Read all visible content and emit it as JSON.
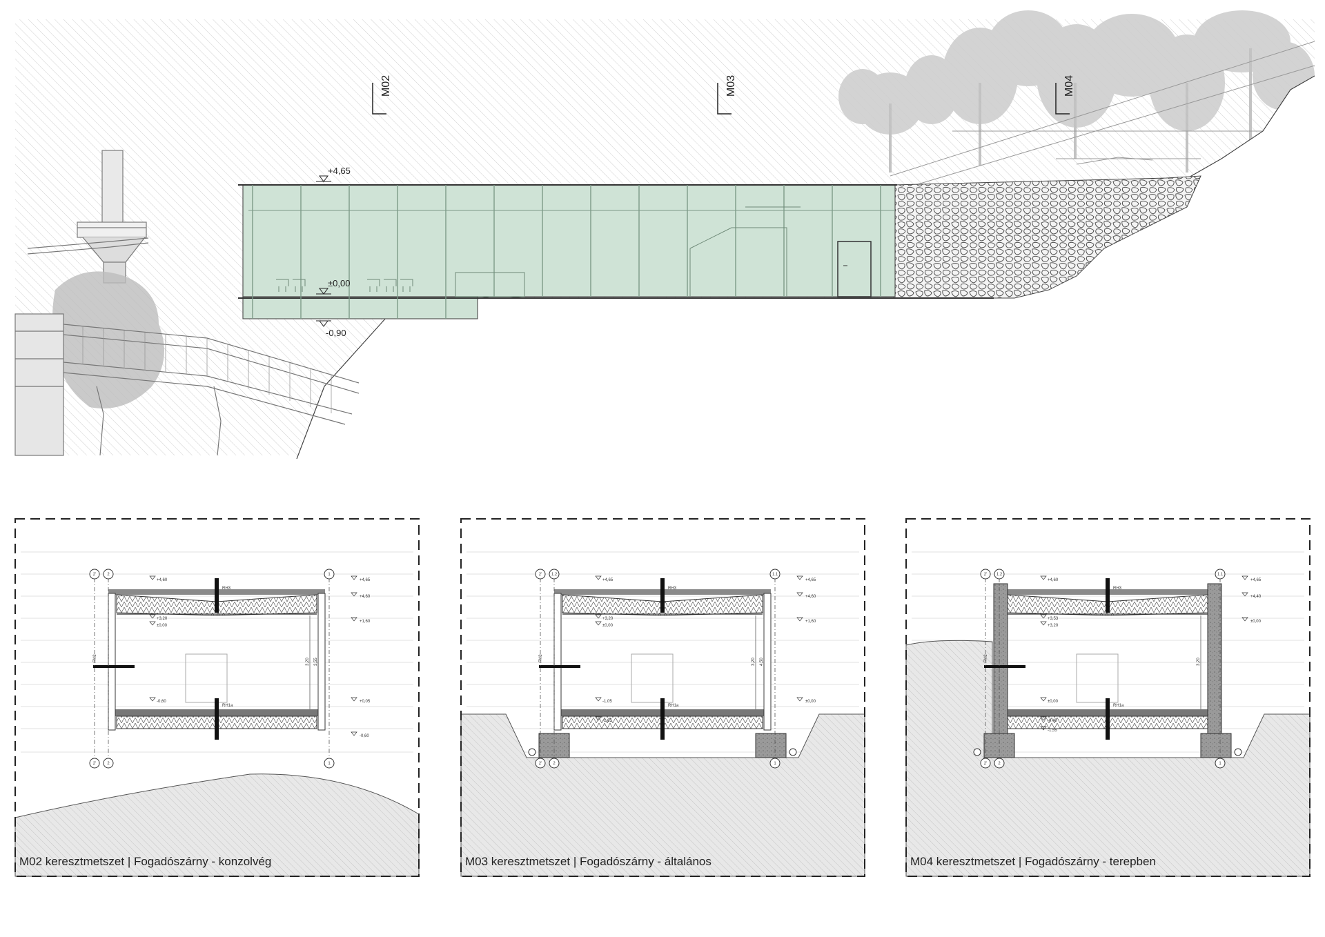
{
  "elevation": {
    "section_markers": [
      "M02",
      "M03",
      "M04"
    ],
    "levels": [
      "+4,65",
      "±0,00",
      "-0,90"
    ]
  },
  "sections": [
    {
      "id": "M02",
      "caption": "M02 keresztmetszet | Fogadószárny - konzolvég",
      "axes_top": [
        "2'",
        "2",
        "1"
      ],
      "axes_bottom": [
        "2'",
        "2",
        "1"
      ],
      "room_tags": [
        "RH3",
        "RV3",
        "RH1a"
      ],
      "levels_left": [
        "+4,60",
        "+3,20",
        "±0,00",
        "-0,60"
      ],
      "levels_right": [
        "+4,65",
        "+4,60",
        "+1,60",
        "+0,05",
        "-0,60"
      ],
      "dims": [
        "3,20",
        "3,55"
      ]
    },
    {
      "id": "M03",
      "caption": "M03 keresztmetszet | Fogadószárny - általános",
      "axes_top": [
        "2'",
        "1.2",
        "1.1"
      ],
      "axes_bottom": [
        "2'",
        "2",
        "1"
      ],
      "room_tags": [
        "RH3",
        "RV3",
        "RH1a"
      ],
      "levels_left": [
        "+4,65",
        "+3,20",
        "±0,00",
        "-1,05",
        "-1,65"
      ],
      "levels_right": [
        "+4,65",
        "+4,60",
        "+1,60",
        "±0,00"
      ],
      "dims": [
        "3,20",
        "4,50"
      ]
    },
    {
      "id": "M04",
      "caption": "M04 keresztmetszet | Fogadószárny - terepben",
      "axes_top": [
        "2'",
        "1.2",
        "1.1"
      ],
      "axes_bottom": [
        "2'",
        "2",
        "1"
      ],
      "room_tags": [
        "RH3",
        "RV3",
        "RH1a"
      ],
      "levels_left": [
        "+4,60",
        "+3,53",
        "+3,20",
        "±0,00",
        "-0,40",
        "-1,55"
      ],
      "levels_right": [
        "+4,65",
        "+4,40",
        "±0,00"
      ],
      "dims": [
        "3,20"
      ]
    }
  ],
  "colors": {
    "glass": "#cfe3d6",
    "glass_frame": "#7d9a88",
    "hatch": "#c8c8c8",
    "line": "#333333",
    "ground": "#e6e6e6",
    "panel_border": "#222222"
  },
  "icons": [
    "tree-silhouettes",
    "gabion-stone-wall",
    "steel-conveyor-bridge",
    "industrial-tower"
  ]
}
